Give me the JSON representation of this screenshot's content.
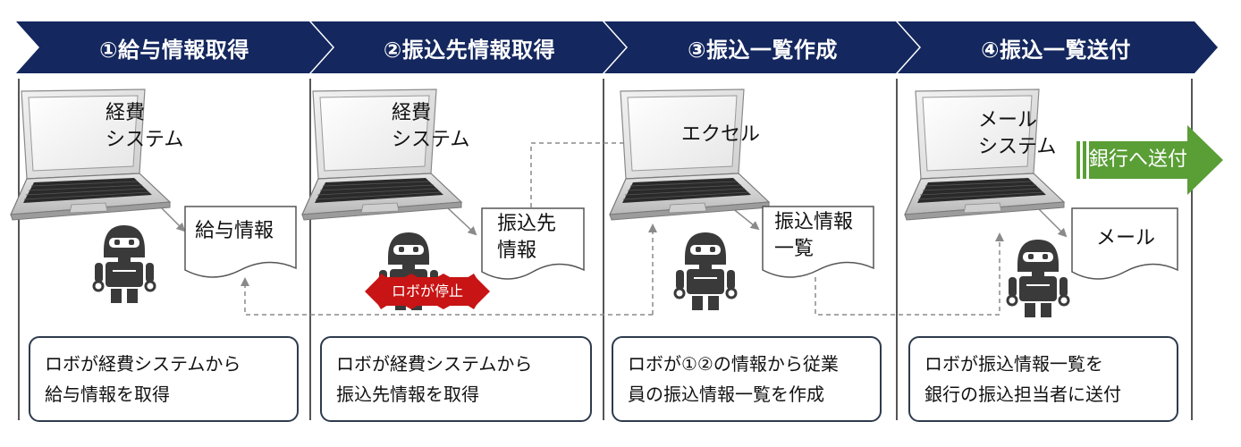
{
  "steps": [
    {
      "header": "①給与情報取得",
      "screen": "経費\nシステム",
      "document": "給与情報",
      "description": "ロボが経費システムから\n給与情報を取得"
    },
    {
      "header": "②振込先情報取得",
      "screen": "経費\nシステム",
      "document": "振込先\n情報",
      "badge": "ロボが停止",
      "description": "ロボが経費システムから\n振込先情報を取得"
    },
    {
      "header": "③振込一覧作成",
      "screen": "エクセル",
      "document": "振込情報\n一覧",
      "description": "ロボが①②の情報から従業\n員の振込情報一覧を作成"
    },
    {
      "header": "④振込一覧送付",
      "screen": "メール\nシステム",
      "document": "メール",
      "send_label": "銀行へ送付",
      "description": "ロボが振込情報一覧を\n銀行の振込担当者に送付"
    }
  ],
  "colors": {
    "header": "#14275e",
    "badge": "#c81414",
    "send_arrow": "#5a9e36",
    "box_border": "#2e3b4e",
    "dashed_line": "#8a8a8a"
  },
  "icons": [
    "laptop-icon",
    "robot-icon",
    "document-icon",
    "stop-badge-icon",
    "send-arrow-icon"
  ]
}
